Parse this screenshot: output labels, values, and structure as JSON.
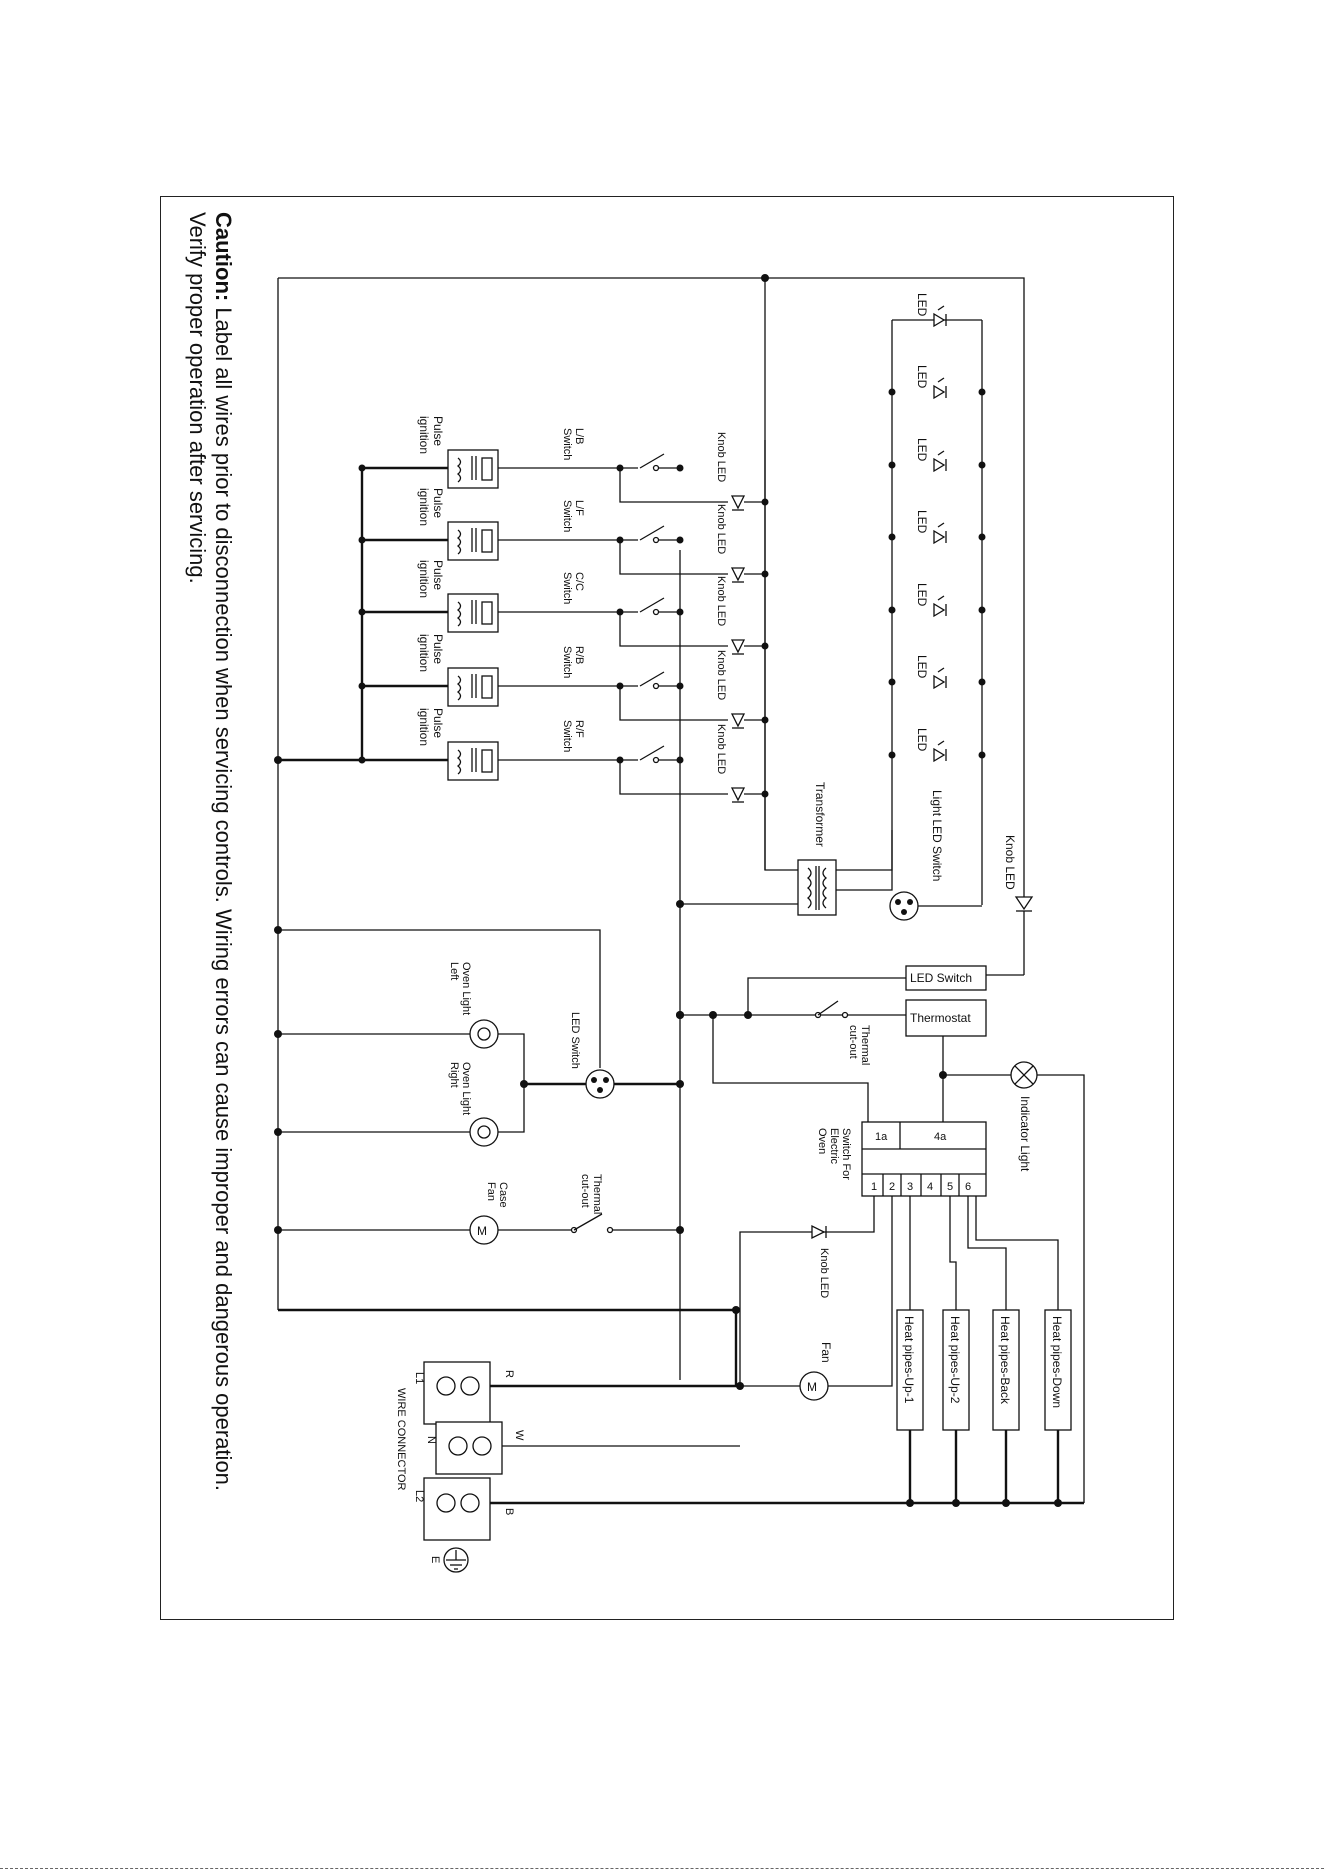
{
  "caption": {
    "bold": "Caution:",
    "line1": " Label all wires prior to disconnection when servicing controls. Wiring errors can cause improper and dangerous operation.",
    "line2": "Verify proper operation after servicing."
  },
  "labels": {
    "led": "LED",
    "knob_led": "Knob LED",
    "pulse": "Pulse",
    "ignition": "ignition",
    "switch": "Switch",
    "lb": "L/B",
    "lf": "L/F",
    "cc": "C/C",
    "rb": "R/B",
    "rf": "R/F",
    "transformer": "Transformer",
    "light_led_switch": "Light LED Switch",
    "led_switch": "LED Switch",
    "thermostat": "Thermostat",
    "thermal": "Thermal",
    "cutout": "cut-out",
    "oven_light": "Oven Light",
    "left": "Left",
    "right": "Right",
    "case": "Case",
    "fan": "Fan",
    "m": "M",
    "indicator_light": "Indicator Light",
    "switch_for": "Switch For",
    "electric": "Electric",
    "oven": "Oven",
    "t1a": "1a",
    "t4a": "4a",
    "n1": "1",
    "n2": "2",
    "n3": "3",
    "n4": "4",
    "n5": "5",
    "n6": "6",
    "heat_up1": "Heat pipes-Up-1",
    "heat_up2": "Heat pipes-Up-2",
    "heat_back": "Heat pipes-Back",
    "heat_down": "Heat pipes-Down",
    "r": "R",
    "w": "W",
    "b": "B",
    "l1": "L1",
    "n": "N",
    "l2": "L2",
    "wire_connector": "WIRE CONNECTOR",
    "e": "E"
  }
}
